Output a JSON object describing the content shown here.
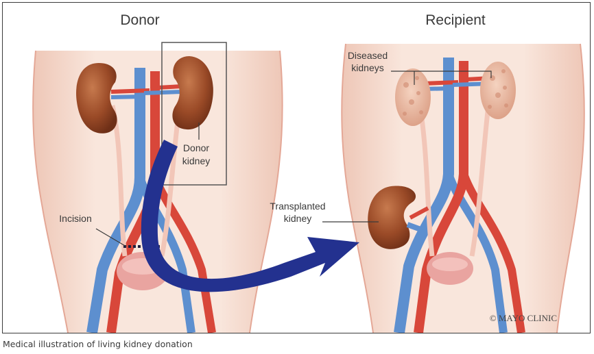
{
  "figure": {
    "donor_title": "Donor",
    "recipient_title": "Recipient",
    "labels": {
      "donor_kidney_line1": "Donor",
      "donor_kidney_line2": "kidney",
      "incision": "Incision",
      "diseased_line1": "Diseased",
      "diseased_line2": "kidneys",
      "transplanted_line1": "Transplanted",
      "transplanted_line2": "kidney"
    },
    "copyright": "© MAYO CLINIC"
  },
  "caption": "Medical illustration of living kidney donation",
  "colors": {
    "skin": "#f6dccf",
    "skin_edge": "#e3a89a",
    "artery": "#d8473a",
    "vein": "#5d8fcf",
    "kidney": "#9c4a26",
    "diseased_kidney": "#e9b8a0",
    "bladder": "#e9a4a0",
    "arrow": "#23318f"
  }
}
